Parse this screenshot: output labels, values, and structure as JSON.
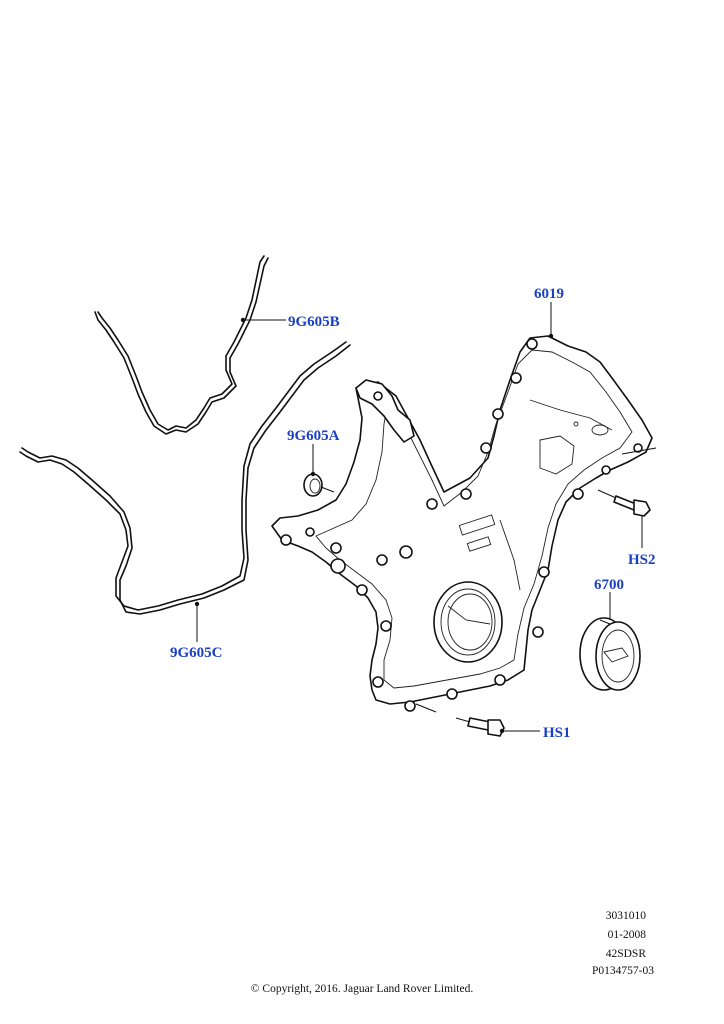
{
  "callouts": {
    "gasket_b": "9G605B",
    "seal_a": "9G605A",
    "gasket_c": "9G605C",
    "cover": "6019",
    "bolt_hs2": "HS2",
    "pulley": "6700",
    "bolt_hs1": "HS1"
  },
  "info": {
    "line1": "3031010",
    "line2": "01-2008",
    "line3": "42SDSR",
    "line4": "P0134757-03"
  },
  "copyright": "© Copyright, 2016. Jaguar Land Rover Limited."
}
